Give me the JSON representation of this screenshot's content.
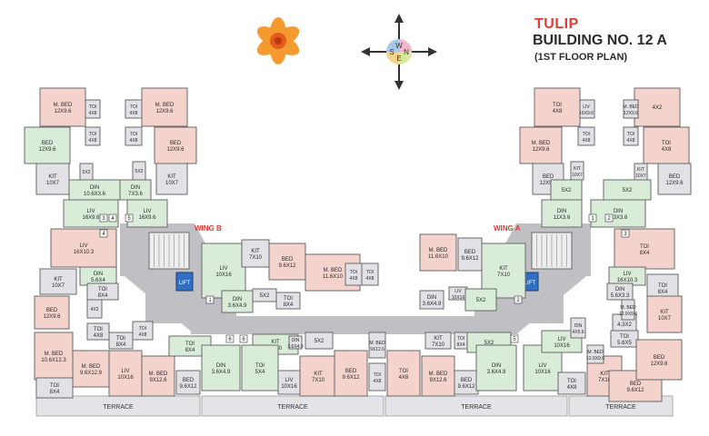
{
  "header": {
    "project": "TULIP",
    "building": "BUILDING NO. 12 A",
    "plan_label": "(1ST FLOOR PLAN)"
  },
  "compass": {
    "n": "N",
    "s": "S",
    "e": "E",
    "w": "W"
  },
  "wings": {
    "a": "WING A",
    "b": "WING B"
  },
  "lift": "LIFT",
  "terrace": "TERRACE",
  "colors": {
    "bedroom": "#f3d3cc",
    "living": "#d8ecd8",
    "service": "#e1e1e6",
    "corridor": "#bfbfc4",
    "wall": "#6a6a6a",
    "lift": "#2f6fc4",
    "accent": "#e23b35"
  },
  "rooms": [
    {
      "n": "M. BED",
      "d": "12X9.6"
    },
    {
      "n": "TOI",
      "d": "4X8"
    },
    {
      "n": "TOI",
      "d": "4X8"
    },
    {
      "n": "BED",
      "d": "12X9.6"
    },
    {
      "n": "KIT",
      "d": "10X7"
    },
    {
      "n": "5X2",
      "d": ""
    },
    {
      "n": "DIN",
      "d": "10.6X3.6"
    },
    {
      "n": "LIV",
      "d": "16X9.6"
    },
    {
      "n": "TOI",
      "d": "4X8"
    },
    {
      "n": "TOI",
      "d": "4X8"
    },
    {
      "n": "M. BED",
      "d": "12X9.6"
    },
    {
      "n": "BED",
      "d": "12X9.6"
    },
    {
      "n": "KIT",
      "d": "10X7"
    },
    {
      "n": "5X2",
      "d": ""
    },
    {
      "n": "DIN",
      "d": "7X3.6"
    },
    {
      "n": "LIV",
      "d": "16X9.6"
    },
    {
      "n": "LIV",
      "d": "16X10.3"
    },
    {
      "n": "DIN",
      "d": "5.6X4"
    },
    {
      "n": "KIT",
      "d": "10X7"
    },
    {
      "n": "TOI",
      "d": "8X4"
    },
    {
      "n": "BED",
      "d": "12X9.6"
    },
    {
      "n": "4X2",
      "d": ""
    },
    {
      "n": "TOI",
      "d": "4X8"
    },
    {
      "n": "M. BED",
      "d": "10.6X12.3"
    },
    {
      "n": "TOI",
      "d": "8X4"
    },
    {
      "n": "TOI",
      "d": "8X4"
    },
    {
      "n": "TOI",
      "d": "4X8"
    },
    {
      "n": "M. BED",
      "d": "9.6X12.9"
    },
    {
      "n": "LIV",
      "d": "10X16"
    },
    {
      "n": "KIT",
      "d": "7X10"
    },
    {
      "n": "BED",
      "d": "9.6X12"
    },
    {
      "n": "5X2",
      "d": ""
    },
    {
      "n": "DIN",
      "d": "3.6X4.9"
    },
    {
      "n": "TOI",
      "d": "8X4"
    },
    {
      "n": "M. BED",
      "d": "11.6X10"
    },
    {
      "n": "TOI",
      "d": "4X8"
    },
    {
      "n": "TOI",
      "d": "4X8"
    },
    {
      "n": "M. BED",
      "d": "11.6X10"
    },
    {
      "n": "BED",
      "d": "9.6X12"
    },
    {
      "n": "KIT",
      "d": "7X10"
    },
    {
      "n": "LIV",
      "d": "10X16"
    },
    {
      "n": "5X2",
      "d": ""
    },
    {
      "n": "DIN",
      "d": "3.6X4.9"
    },
    {
      "n": "TOI",
      "d": "8X4"
    },
    {
      "n": "DIN",
      "d": "3.6X4.9"
    },
    {
      "n": "LIV",
      "d": "10X16"
    },
    {
      "n": "M. BED",
      "d": "9X12.6"
    },
    {
      "n": "BED",
      "d": "9.6X12"
    },
    {
      "n": "KIT",
      "d": "7X10"
    },
    {
      "n": "DIN",
      "d": "3.6X4.9"
    },
    {
      "n": "5X2",
      "d": ""
    },
    {
      "n": "TOI",
      "d": "5X4"
    },
    {
      "n": "LIV",
      "d": "10X16"
    },
    {
      "n": "KIT",
      "d": "7X10"
    },
    {
      "n": "BED",
      "d": "9.6X12"
    },
    {
      "n": "M. BED",
      "d": "9X12.6"
    },
    {
      "n": "TOI",
      "d": "4X8"
    },
    {
      "n": "TOI",
      "d": "4X8"
    },
    {
      "n": "M. BED",
      "d": "9X12.6"
    },
    {
      "n": "BED",
      "d": "9.6X12"
    },
    {
      "n": "KIT",
      "d": "7X10"
    },
    {
      "n": "TOI",
      "d": "8X4"
    },
    {
      "n": "5X2",
      "d": ""
    },
    {
      "n": "DIN",
      "d": "3.6X4.9"
    },
    {
      "n": "LIV",
      "d": "10X16"
    },
    {
      "n": "LIV",
      "d": "10X16"
    },
    {
      "n": "DIN",
      "d": "4X5.6"
    },
    {
      "n": "TOI",
      "d": "4X8"
    },
    {
      "n": "KIT",
      "d": "7X10"
    },
    {
      "n": "BED",
      "d": "9.6X12"
    },
    {
      "n": "M. BED",
      "d": "12.9X9.6"
    },
    {
      "n": "4.3X2",
      "d": ""
    },
    {
      "n": "TOI",
      "d": "5.6X5"
    },
    {
      "n": "TOI",
      "d": "8X4"
    },
    {
      "n": "LIV",
      "d": "16X10.3"
    },
    {
      "n": "DIN",
      "d": "5.6X3.3"
    },
    {
      "n": "TOI",
      "d": "8X4"
    },
    {
      "n": "KIT",
      "d": "10X7"
    },
    {
      "n": "BED",
      "d": "12X9.6"
    },
    {
      "n": "M. BED",
      "d": "12.9X9.6"
    },
    {
      "n": "4X2",
      "d": ""
    },
    {
      "n": "M. BED",
      "d": "12X9.6"
    },
    {
      "n": "TOI",
      "d": "4X8"
    },
    {
      "n": "TOI",
      "d": "4X8"
    },
    {
      "n": "BED",
      "d": "12X9.6"
    },
    {
      "n": "KIT",
      "d": "10X7"
    },
    {
      "n": "5X2",
      "d": ""
    },
    {
      "n": "DIN",
      "d": "6.3X3.6"
    },
    {
      "n": "LIV",
      "d": "16X9.6"
    },
    {
      "n": "TOI",
      "d": "4X8"
    },
    {
      "n": "TOI",
      "d": "4X8"
    },
    {
      "n": "M. BED",
      "d": "12X9.6"
    },
    {
      "n": "BED",
      "d": "12X9.6"
    },
    {
      "n": "KIT",
      "d": "10X7"
    },
    {
      "n": "5X2",
      "d": ""
    },
    {
      "n": "DIN",
      "d": "11X3.6"
    },
    {
      "n": "LIV",
      "d": "16X9.6"
    }
  ],
  "unit_numbers": [
    "1",
    "2",
    "3",
    "4",
    "5",
    "6",
    "1",
    "2",
    "3",
    "4",
    "5",
    "6"
  ]
}
